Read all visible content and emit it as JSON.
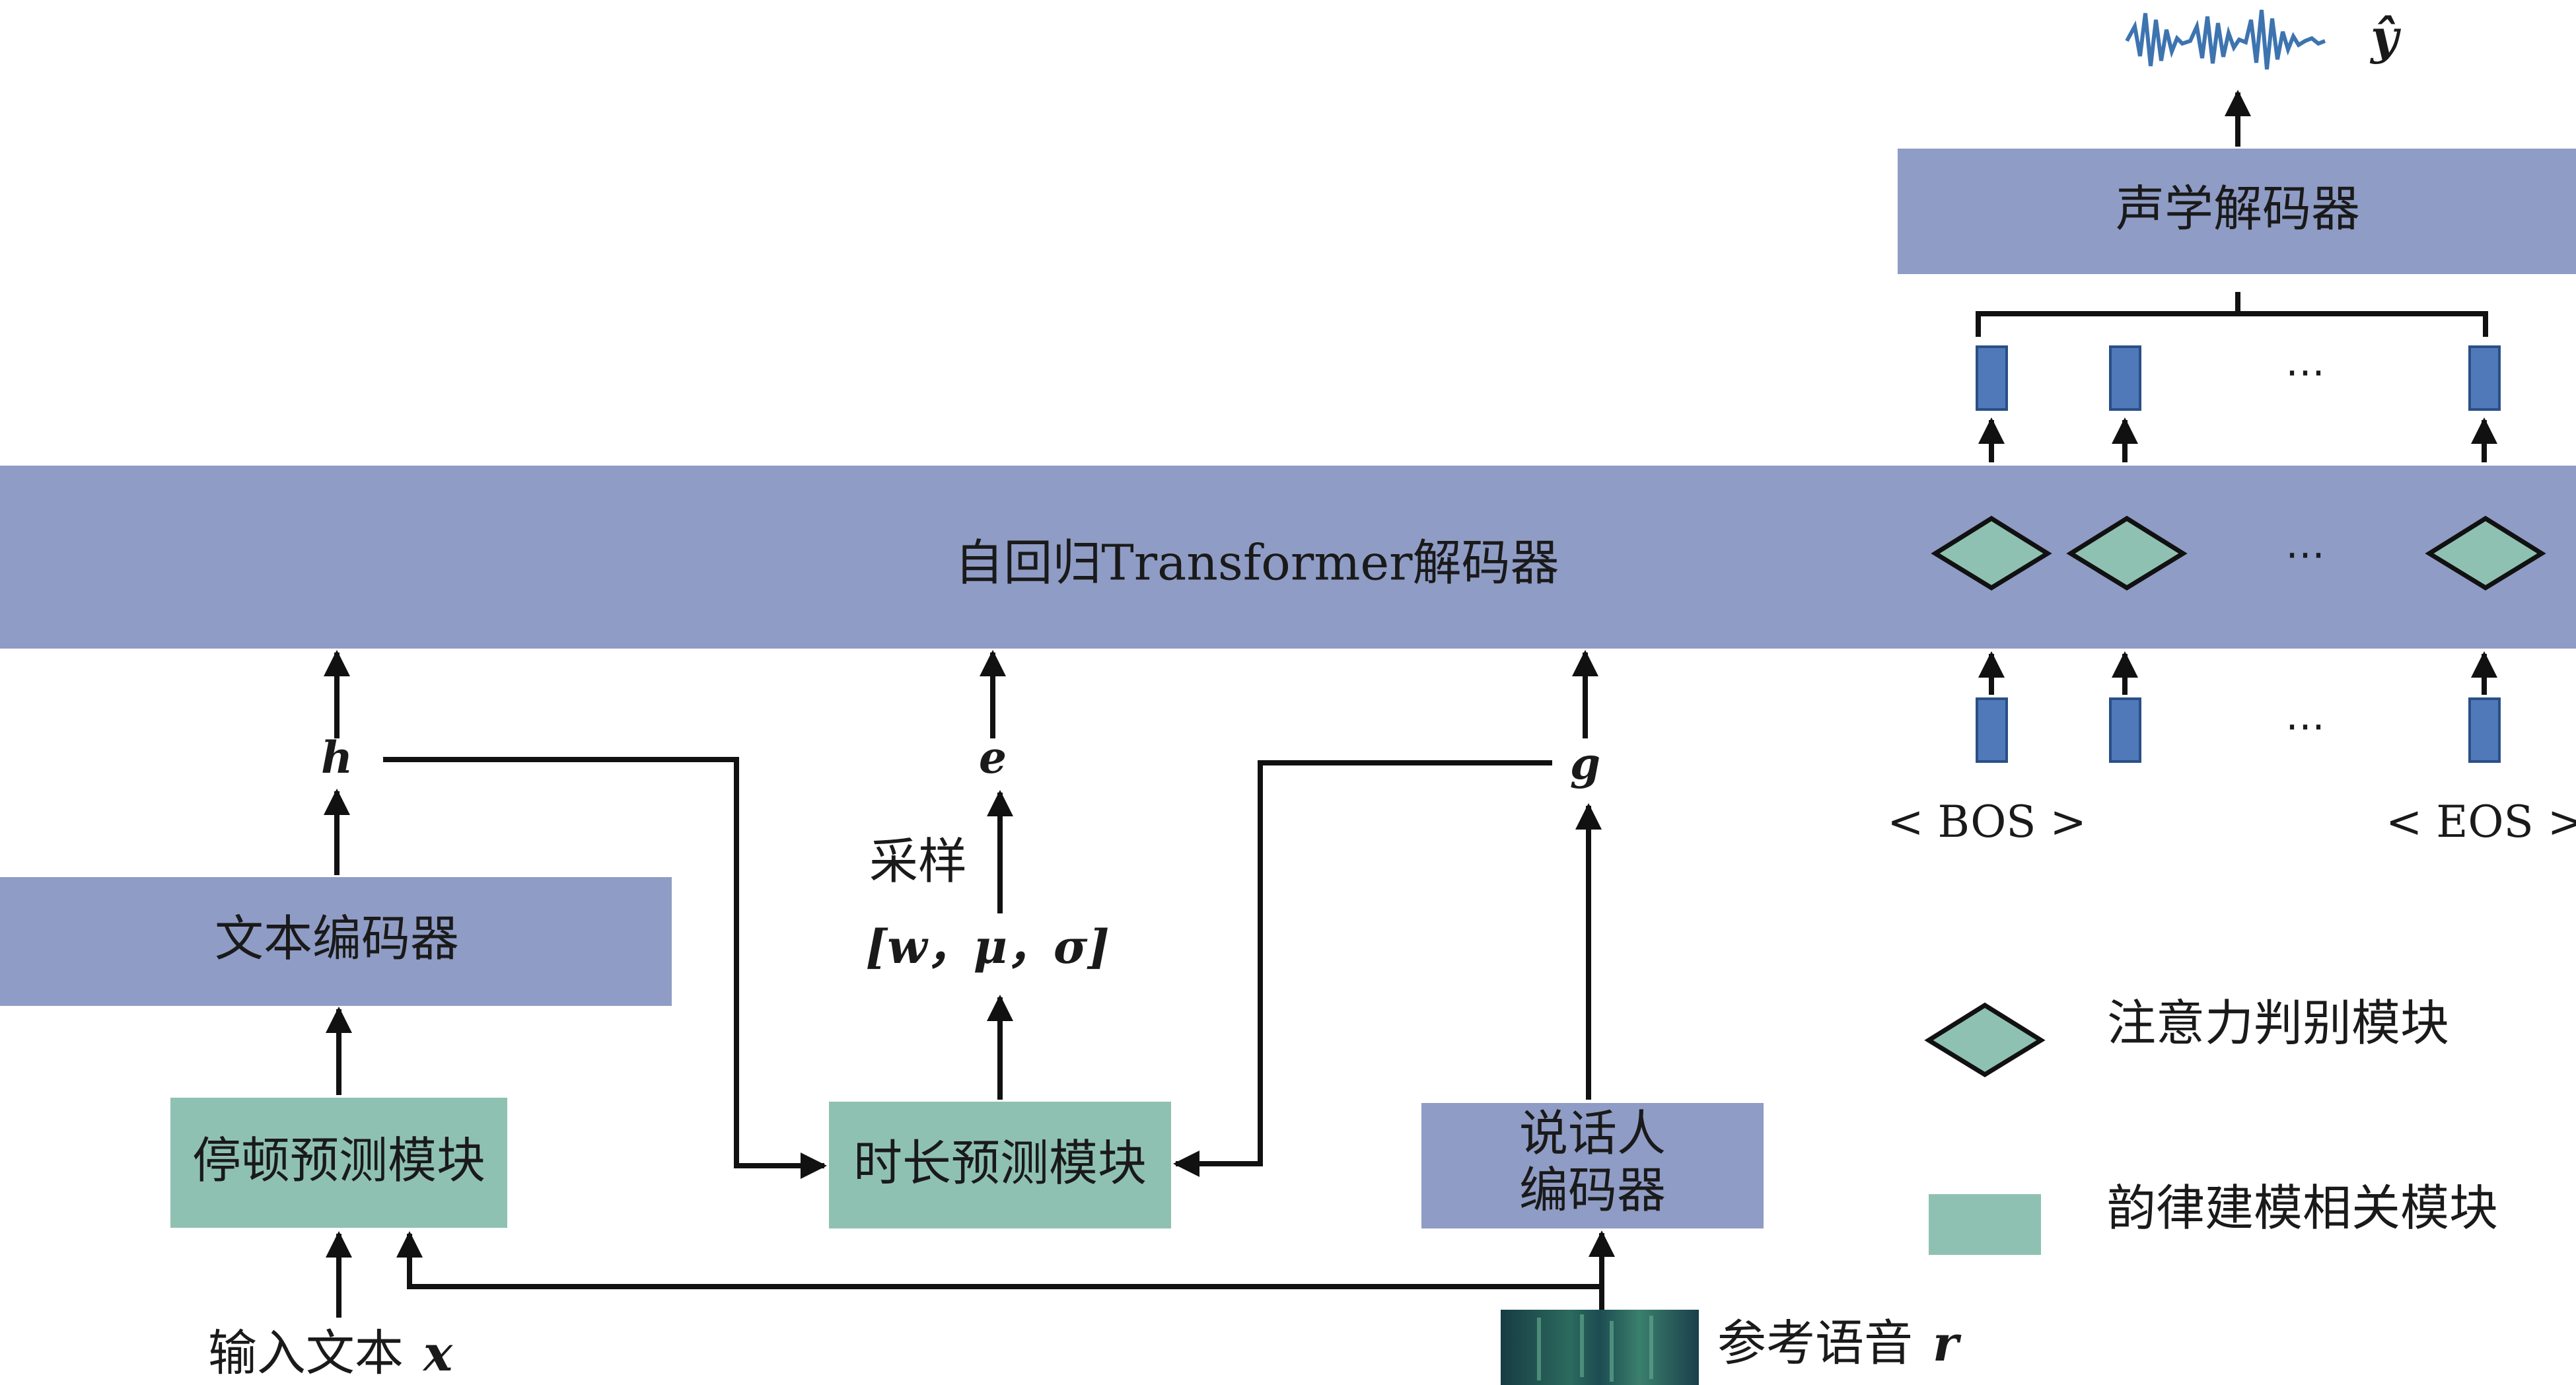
{
  "colors": {
    "module_blue": "#8f9cc5",
    "prosody_green": "#8fc1b2",
    "token_blue": "#4f79b8",
    "diamond_fill": "#8fc1b2",
    "line": "#111111",
    "waveform": "#3d74b0",
    "spectrogram_bg": "#163a44"
  },
  "modules": {
    "ar_decoder": "自回归Transformer解码器",
    "acoustic_decoder": "声学解码器",
    "text_encoder": "文本编码器",
    "pause_predictor": "停顿预测模块",
    "duration_predictor": "时长预测模块",
    "speaker_encoder_line1": "说话人",
    "speaker_encoder_line2": "编码器"
  },
  "variables": {
    "h": "h",
    "e": "e",
    "g": "g",
    "output": "ŷ",
    "sampling": "采样",
    "params": "[w，μ，σ]"
  },
  "inputs": {
    "text_prefix": "输入文本",
    "text_var": "x",
    "speech_prefix": "参考语音",
    "speech_var": "r"
  },
  "tokens": {
    "bos": "< BOS >",
    "eos": "< EOS >",
    "ellipsis": "…"
  },
  "legend": {
    "attention_label": "注意力判别模块",
    "prosody_label": "韵律建模相关模块"
  },
  "icons": {
    "waveform": "waveform-icon",
    "spectrogram": "spectrogram-icon"
  }
}
